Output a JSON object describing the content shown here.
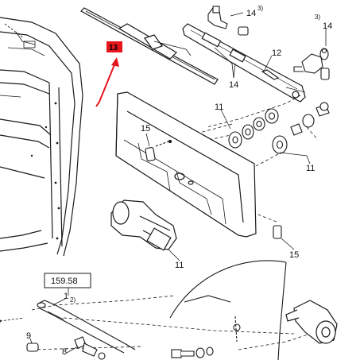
{
  "reference_box": "159.58",
  "highlighted_part": "13",
  "colors": {
    "highlight": "#e8141c",
    "line": "#1a1a1a",
    "background": "#ffffff"
  },
  "callouts": {
    "c14_top": "14",
    "c14_top_note": "3)",
    "c14_right_note": "3)",
    "c14_right": "14",
    "c12": "12",
    "c14_mid": "14",
    "c11_upper": "11",
    "c11_right": "11",
    "c15_left": "15",
    "c15_right": "15",
    "c11_motor": "11",
    "c1": "1",
    "c1_note": "2)",
    "c9": "9",
    "c8": "8"
  }
}
